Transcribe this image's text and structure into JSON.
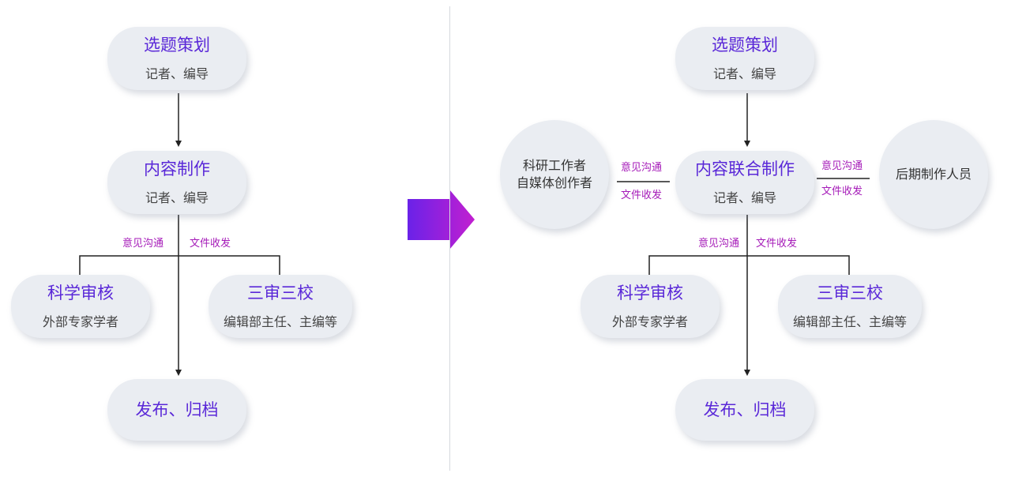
{
  "left": {
    "plan": {
      "title": "选题策划",
      "sub": "记者、编导"
    },
    "produce": {
      "title": "内容制作",
      "sub": "记者、编导"
    },
    "review": {
      "title": "科学审核",
      "sub": "外部专家学者"
    },
    "triple": {
      "title": "三审三校",
      "sub": "编辑部主任、主编等"
    },
    "publish": {
      "title": "发布、归档"
    },
    "label_comm": "意见沟通",
    "label_file": "文件收发"
  },
  "right": {
    "plan": {
      "title": "选题策划",
      "sub": "记者、编导"
    },
    "produce": {
      "title": "内容联合制作",
      "sub": "记者、编导"
    },
    "review": {
      "title": "科学审核",
      "sub": "外部专家学者"
    },
    "triple": {
      "title": "三审三校",
      "sub": "编辑部主任、主编等"
    },
    "publish": {
      "title": "发布、归档"
    },
    "creators": {
      "line1": "科研工作者",
      "line2": "自媒体创作者"
    },
    "post": {
      "label": "后期制作人员"
    },
    "label_comm_left": "意见沟通",
    "label_file_left": "文件收发",
    "label_comm_right": "意见沟通",
    "label_file_right": "文件收发",
    "label_comm_bottom": "意见沟通",
    "label_file_bottom": "文件收发"
  },
  "colors": {
    "accent_title": "#5a28d8",
    "edge_label": "#a51ab8",
    "node_bg": "#eaedf2",
    "arrow_gradient": [
      "#6a22e8",
      "#c21fd0"
    ]
  },
  "icons": {
    "transition": "right-arrow-icon"
  }
}
